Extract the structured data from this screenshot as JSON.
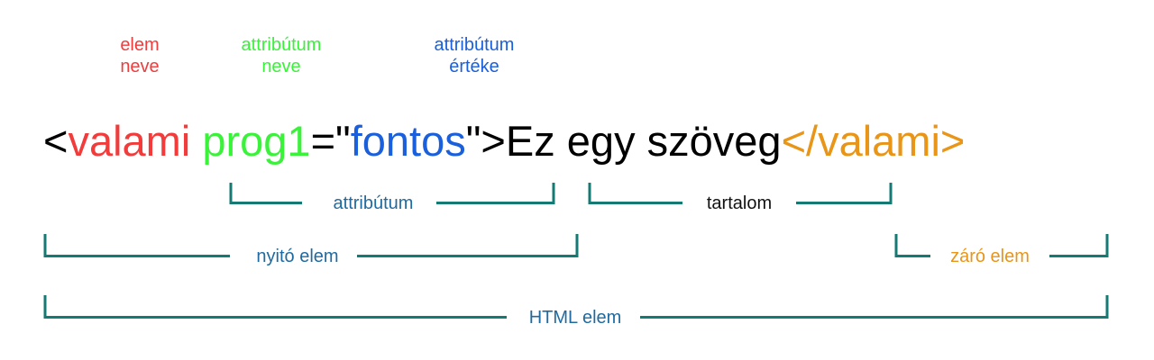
{
  "colors": {
    "element_name": "#f23b3b",
    "attribute_name": "#3bf23b",
    "attribute_value": "#1a5fdc",
    "closing_tag": "#e89518",
    "text": "#000000",
    "bracket": "#147a73",
    "bracket_label": "#1f6aa0",
    "content_label": "#111111"
  },
  "top_labels": {
    "element_name": [
      "elem",
      "neve"
    ],
    "attribute_name": [
      "attribútum",
      "neve"
    ],
    "attribute_value": [
      "attribútum",
      "értéke"
    ]
  },
  "code": {
    "open_bracket": "<",
    "element_name": "valami",
    "space": " ",
    "attribute_name": "prog1",
    "equals_quote": "=\"",
    "attribute_value": "fontos",
    "quote_close": "\">",
    "content": "Ez egy szöveg",
    "closing_tag": "</valami>"
  },
  "brackets": {
    "attribute": "attribútum",
    "content": "tartalom",
    "opening": "nyitó elem",
    "closing": "záró elem",
    "html_element": "HTML elem"
  }
}
